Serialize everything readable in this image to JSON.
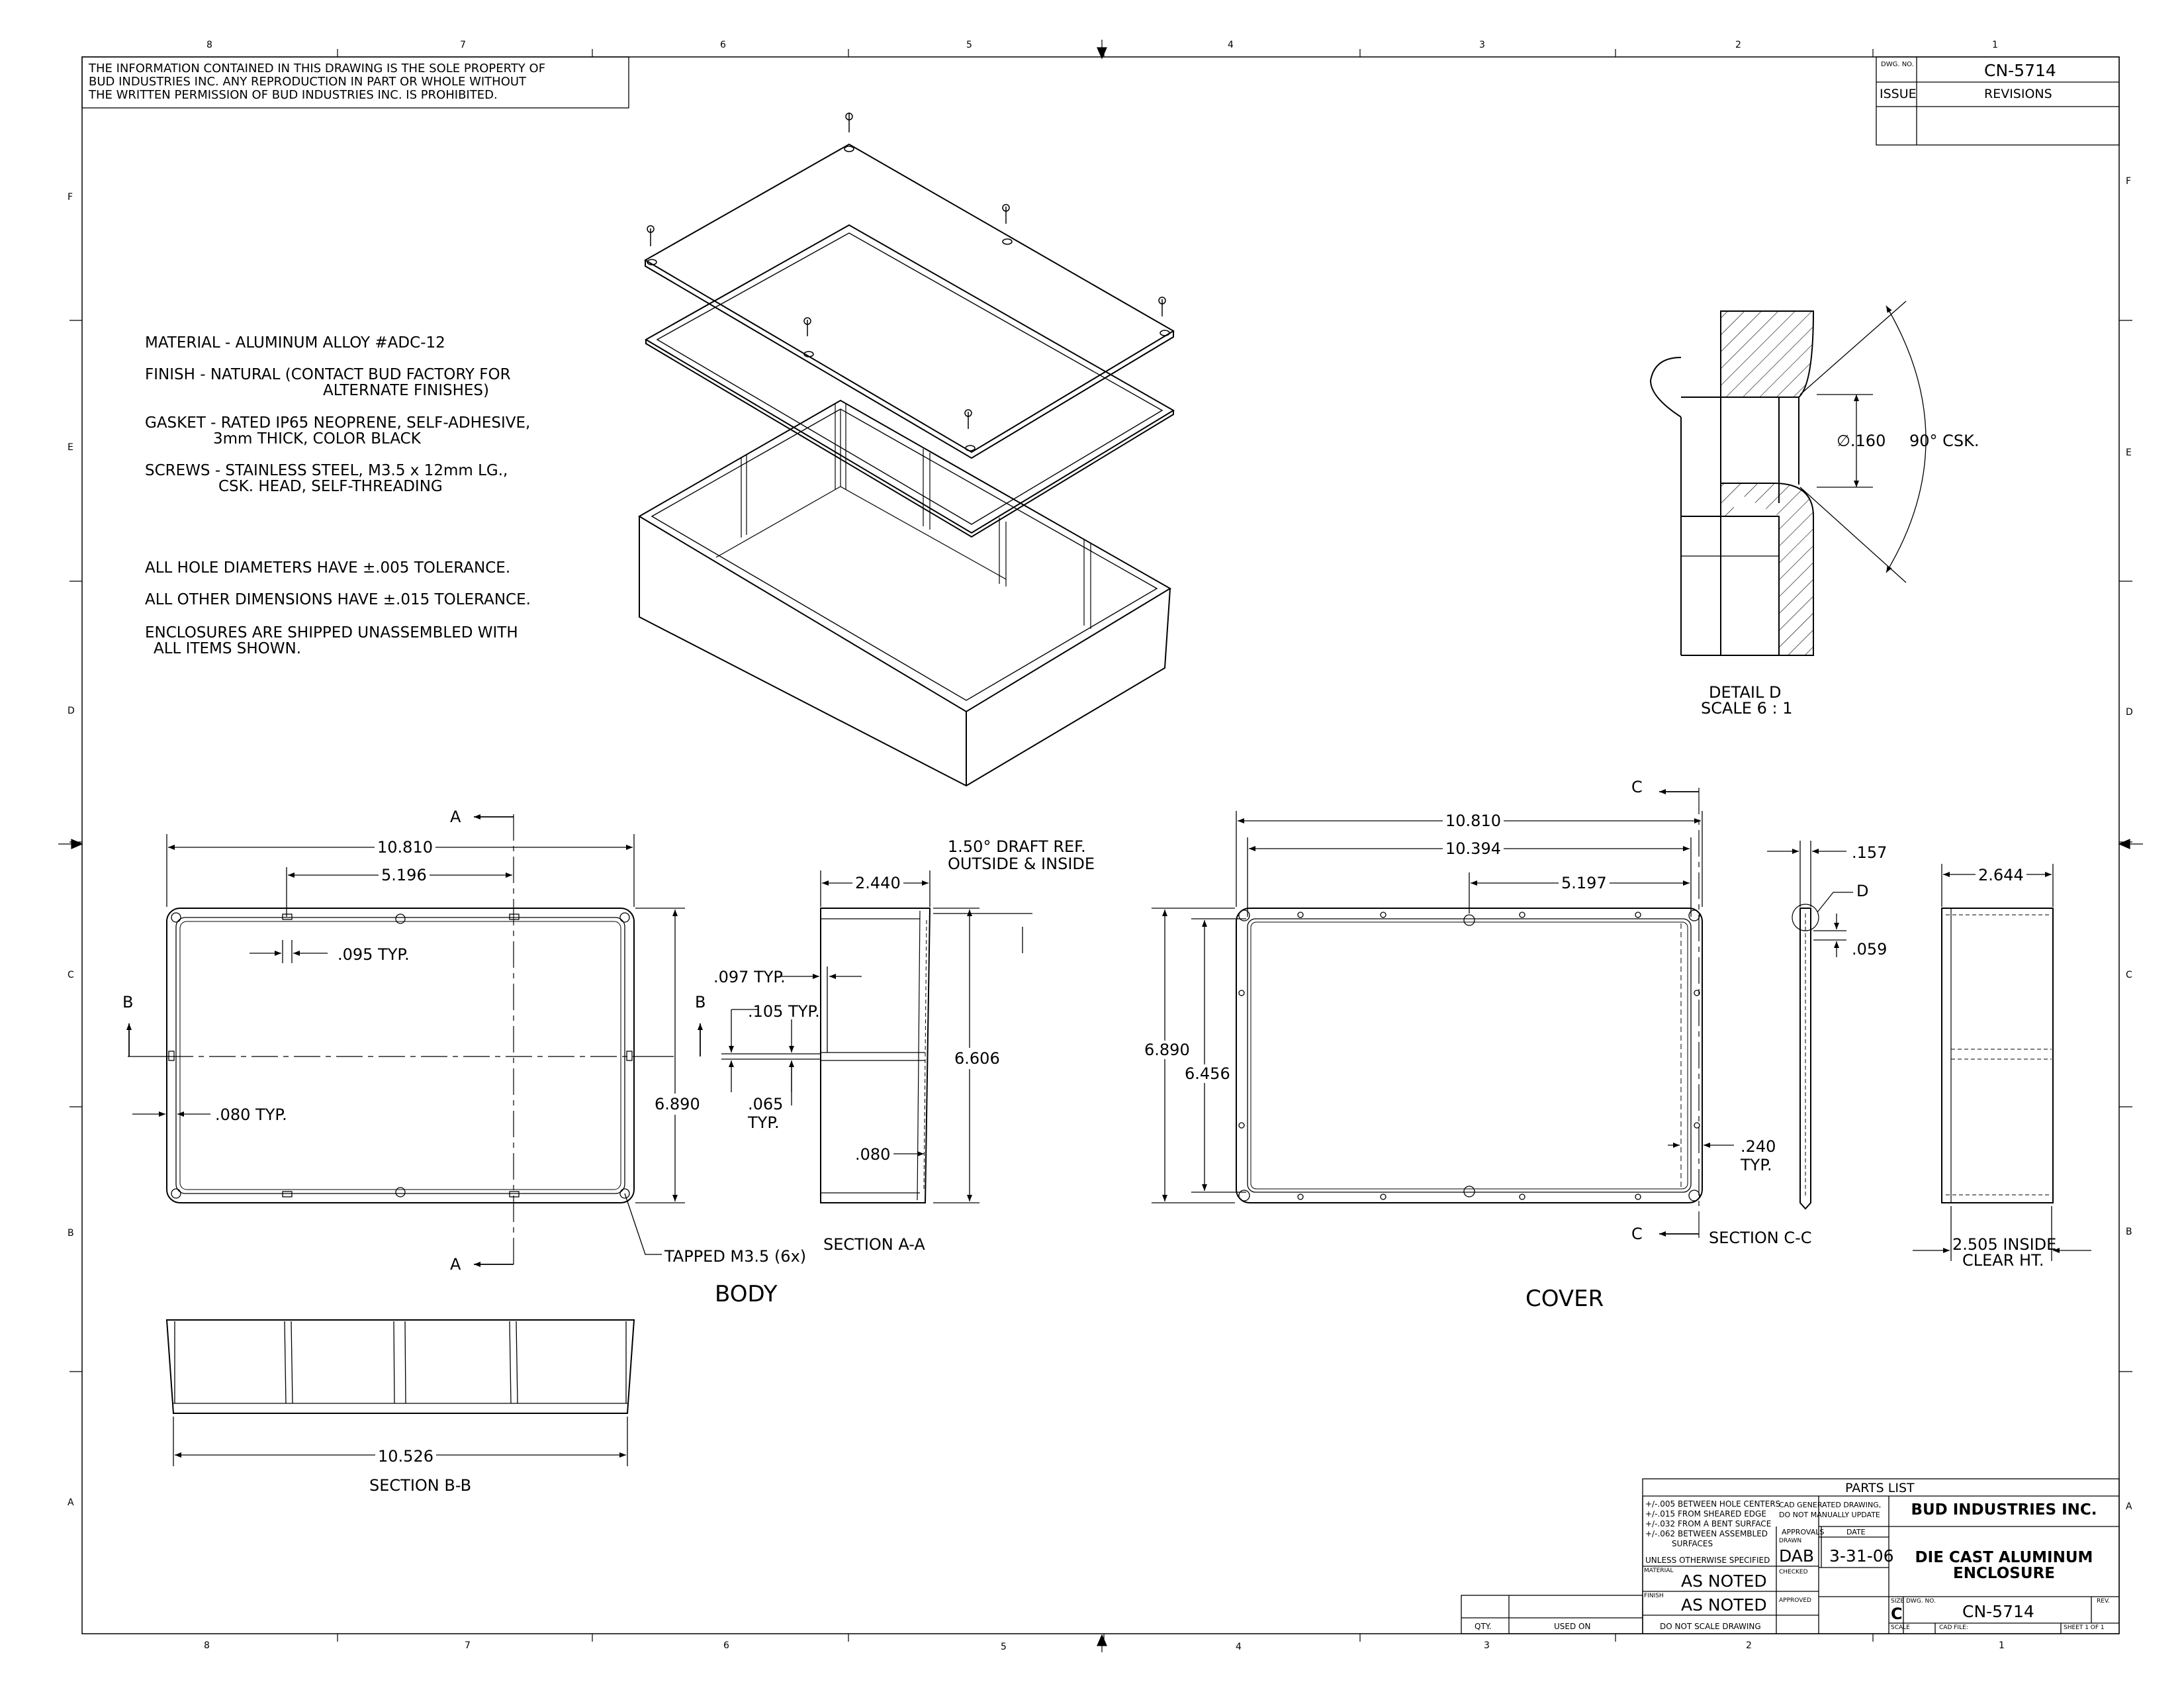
{
  "proprietary_notice": [
    "THE INFORMATION CONTAINED IN THIS DRAWING IS THE SOLE PROPERTY OF",
    "BUD INDUSTRIES INC. ANY REPRODUCTION IN PART OR WHOLE WITHOUT",
    "THE WRITTEN PERMISSION OF BUD INDUSTRIES INC. IS PROHIBITED."
  ],
  "zones": {
    "columns": [
      "8",
      "7",
      "6",
      "5",
      "4",
      "3",
      "2",
      "1"
    ],
    "rows": [
      "F",
      "E",
      "D",
      "C",
      "B",
      "A"
    ]
  },
  "revision_block": {
    "dwg_no_label": "DWG. NO.",
    "dwg_no": "CN-5714",
    "issue_label": "ISSUE",
    "revisions_label": "REVISIONS"
  },
  "notes": {
    "material": "MATERIAL - ALUMINUM ALLOY #ADC-12",
    "finish_1": "FINISH - NATURAL  (CONTACT BUD FACTORY FOR",
    "finish_2": "ALTERNATE FINISHES)",
    "gasket_1": "GASKET - RATED IP65 NEOPRENE, SELF-ADHESIVE,",
    "gasket_2": "3mm THICK, COLOR BLACK",
    "screws_1": "SCREWS - STAINLESS STEEL, M3.5 x 12mm LG.,",
    "screws_2": "CSK. HEAD, SELF-THREADING",
    "tol_holes": "ALL HOLE DIAMETERS HAVE ±.005 TOLERANCE.",
    "tol_other": "ALL OTHER DIMENSIONS HAVE ±.015 TOLERANCE.",
    "shipped_1": "ENCLOSURES ARE SHIPPED UNASSEMBLED WITH",
    "shipped_2": "ALL ITEMS SHOWN."
  },
  "detail": {
    "dia": "∅.160",
    "angle": "90° CSK.",
    "title": "DETAIL D",
    "scale": "SCALE 6 : 1",
    "callout": "D"
  },
  "body_view": {
    "title": "BODY",
    "overall_width": "10.810",
    "half_width": "5.196",
    "boss_width": ".095 TYP.",
    "wall": ".080 TYP.",
    "height": "6.890",
    "tapped": "TAPPED M3.5 (6x)",
    "sec_a": "A",
    "sec_b": "B"
  },
  "section_aa": {
    "title": "SECTION A-A",
    "depth": "2.440",
    "draft_1": "1.50° DRAFT REF.",
    "draft_2": "OUTSIDE & INSIDE",
    "rib_097": ".097 TYP.",
    "rib_105": ".105 TYP.",
    "rib_065": ".065",
    "typ": "TYP.",
    "floor": ".080",
    "inner_height": "6.606"
  },
  "section_bb": {
    "title": "SECTION B-B",
    "width": "10.526"
  },
  "cover_view": {
    "title": "COVER",
    "overall_width": "10.810",
    "inner_width": "10.394",
    "half_width": "5.197",
    "height": "6.890",
    "inner_height": "6.456",
    "lip": ".240",
    "lip_typ": "TYP.",
    "sec_c": "C"
  },
  "section_cc": {
    "title": "SECTION C-C",
    "thick": ".157",
    "lip": ".059"
  },
  "side_view": {
    "depth": "2.644",
    "inside_1": "2.505 INSIDE",
    "inside_2": "CLEAR HT."
  },
  "parts_list": {
    "title": "PARTS LIST",
    "qty": "QTY.",
    "used_on": "USED ON"
  },
  "title_block": {
    "tol_1": "+/-.005 BETWEEN HOLE CENTERS",
    "tol_2": "+/-.015 FROM SHEARED EDGE",
    "tol_3": "+/-.032 FROM A BENT SURFACE",
    "tol_4": "+/-.062 BETWEEN ASSEMBLED",
    "tol_5": "SURFACES",
    "unless": "UNLESS OTHERWISE SPECIFIED",
    "cad_1": "CAD GENERATED DRAWING,",
    "cad_2": "DO NOT MANUALLY UPDATE",
    "approvals": "APPROVALS",
    "date_label": "DATE",
    "drawn_label": "DRAWN",
    "drawn": "DAB",
    "date": "3-31-06",
    "checked": "CHECKED",
    "approved": "APPROVED",
    "material_label": "MATERIAL",
    "material": "AS NOTED",
    "finish_label": "FINISH",
    "finish": "AS NOTED",
    "no_scale": "DO NOT SCALE DRAWING",
    "company": "BUD INDUSTRIES INC.",
    "title_1": "DIE CAST ALUMINUM",
    "title_2": "ENCLOSURE",
    "size_label": "SIZE",
    "size": "C",
    "dwg_no_label": "DWG. NO.",
    "dwg_no": "CN-5714",
    "rev_label": "REV.",
    "scale_label": "SCALE",
    "cad_file": "CAD FILE:",
    "sheet": "SHEET  1  OF  1"
  }
}
